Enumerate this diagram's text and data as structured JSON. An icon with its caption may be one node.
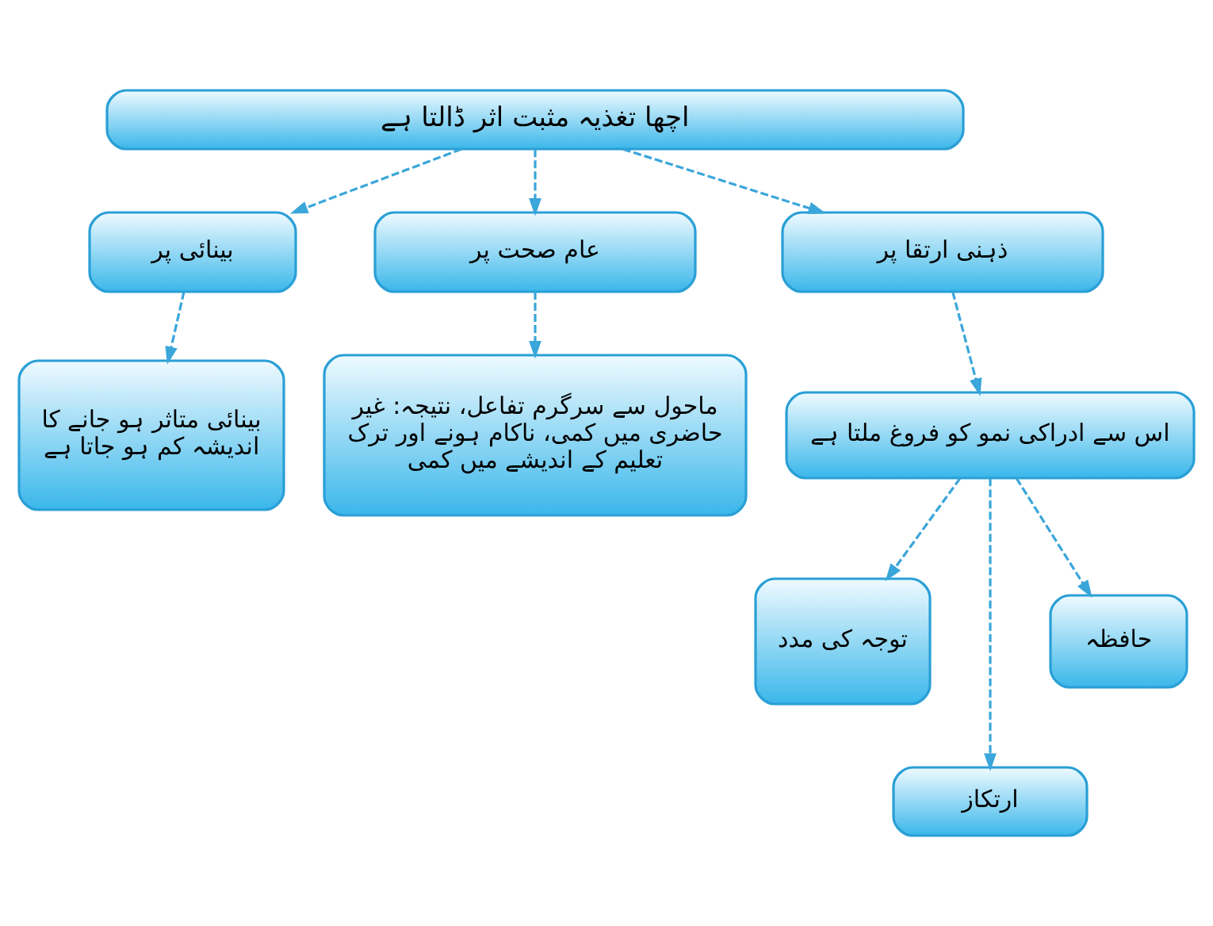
{
  "diagram": {
    "nodes": [
      {
        "text": [
          "اچھا تغذیہ مثبت اثر ڈالتا ہے"
        ]
      },
      {
        "text": [
          "ذہنی ارتقا پر"
        ]
      },
      {
        "text": [
          "عام صحت پر"
        ]
      },
      {
        "text": [
          "بینائی پر"
        ]
      },
      {
        "text": [
          "اس سے ادراکی نمو کو فروغ ملتا ہے"
        ]
      },
      {
        "text": [
          "ماحول سے سرگرم تفاعل، نتیجہ: غیر حاضری میں کمی، ناکام ہونے اور ترک تعلیم کے اندیشے میں کمی"
        ]
      },
      {
        "text": [
          "بینائی متاثر ہو جانے کا اندیشہ کم ہو جاتا ہے"
        ]
      },
      {
        "text": [
          "حافظہ"
        ]
      },
      {
        "text": [
          "توجہ کی مدد"
        ]
      },
      {
        "text": [
          "ارتکاز"
        ]
      }
    ],
    "edges": [
      {
        "from": 0,
        "to": 1,
        "arrow": "to",
        "style": "dashed"
      },
      {
        "from": 0,
        "to": 2,
        "arrow": "to",
        "style": "dashed"
      },
      {
        "from": 0,
        "to": 3,
        "arrow": "to",
        "style": "dashed"
      },
      {
        "from": 1,
        "to": 4,
        "arrow": "to",
        "style": "dashed"
      },
      {
        "from": 2,
        "to": 5,
        "arrow": "to",
        "style": "dashed"
      },
      {
        "from": 3,
        "to": 6,
        "arrow": "to",
        "style": "dashed"
      },
      {
        "from": 4,
        "to": 7,
        "arrow": "to",
        "style": "dashed"
      },
      {
        "from": 4,
        "to": 8,
        "arrow": "to",
        "style": "dashed"
      },
      {
        "from": 4,
        "to": 9,
        "arrow": "to",
        "style": "dashed"
      }
    ]
  }
}
